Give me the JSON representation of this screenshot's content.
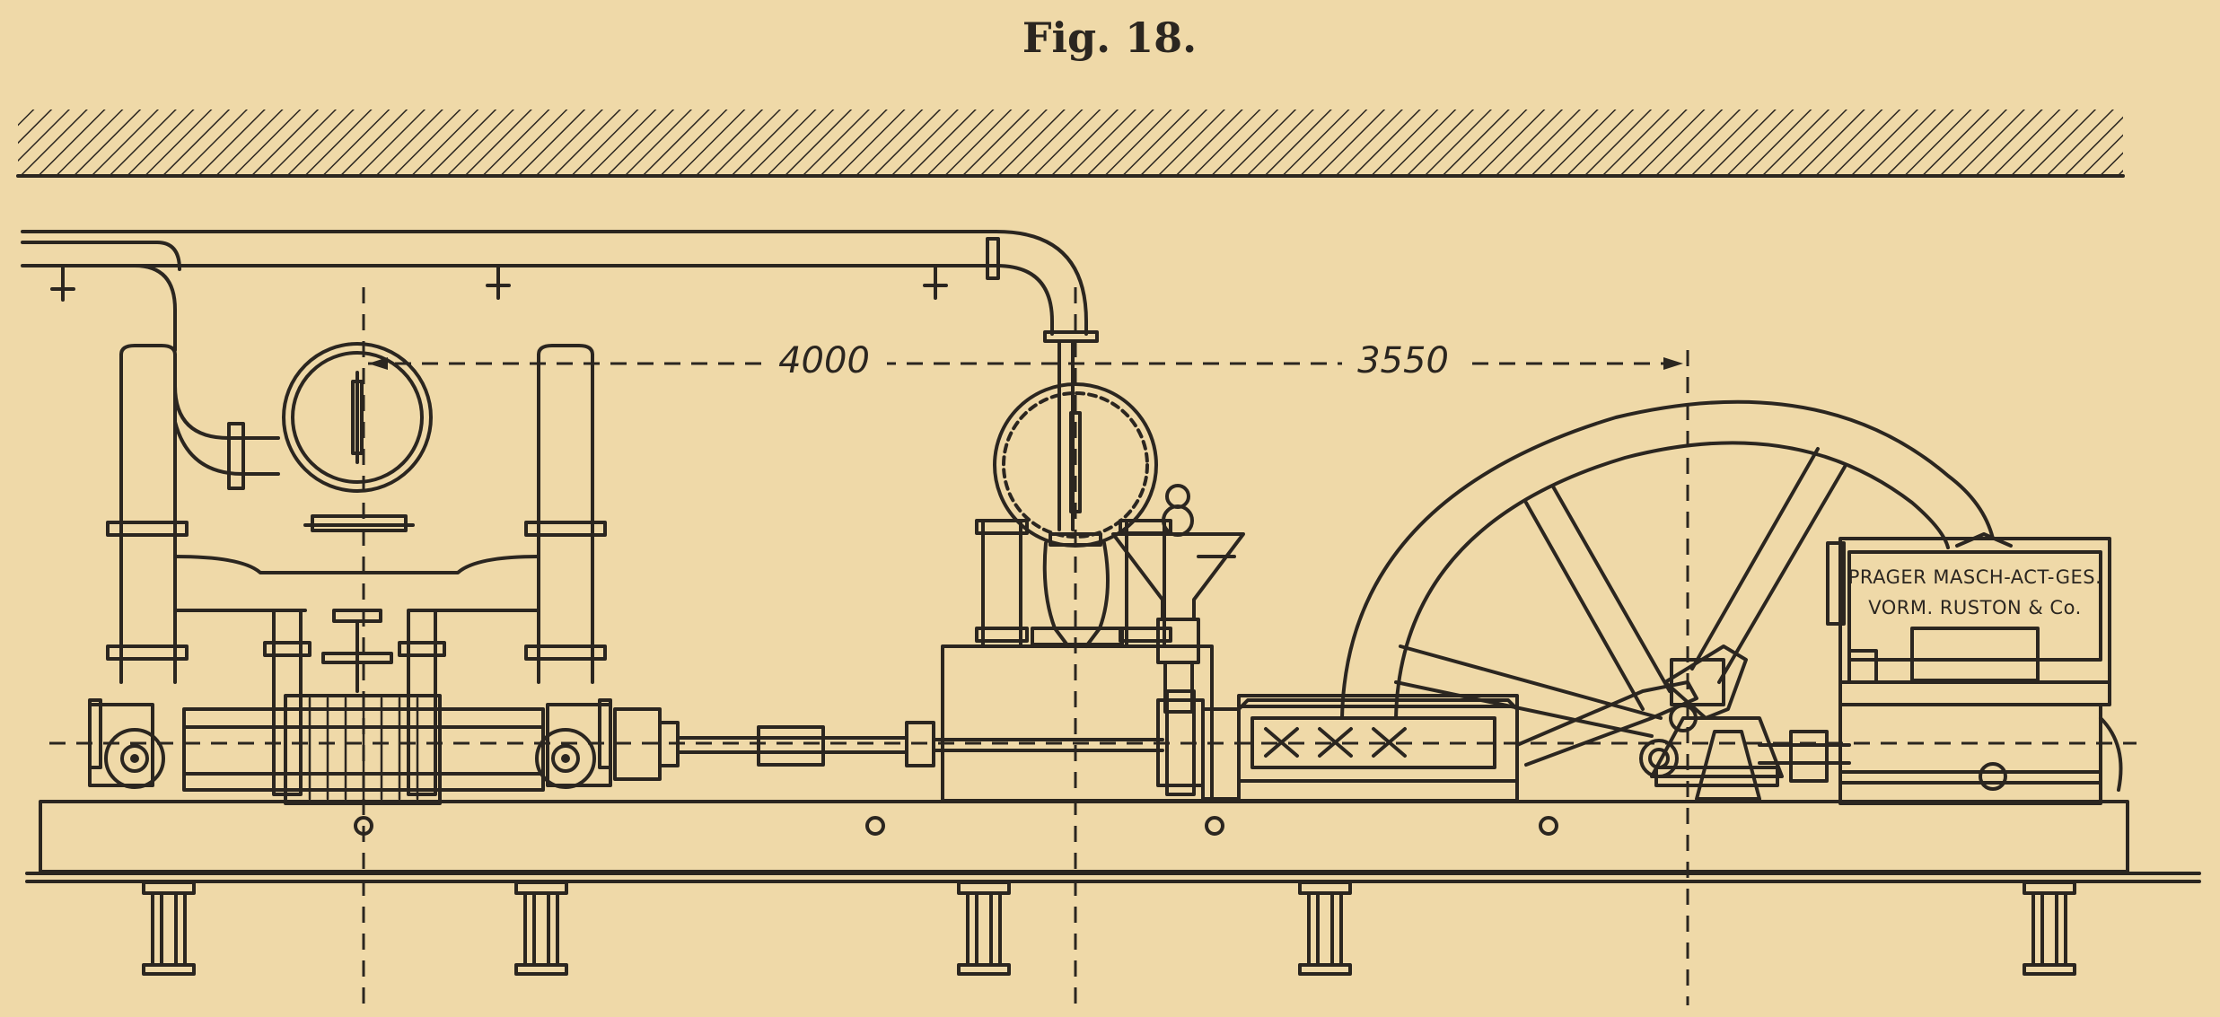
{
  "figure": {
    "title": "Fig. 18."
  },
  "dimensions": {
    "left": "4000",
    "right": "3550"
  },
  "nameplate": {
    "line1": "PRAGER MASCH-ACT-GES.",
    "line2": "VORM. RUSTON & Co."
  },
  "colors": {
    "paper": "#efd9a8",
    "ink": "#2b2620"
  }
}
